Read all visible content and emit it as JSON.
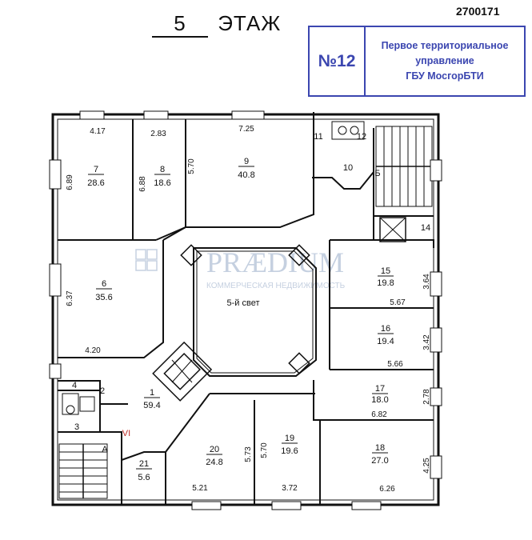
{
  "header": {
    "floor_number": "5",
    "floor_word": "ЭТАЖ",
    "doc_number": "2700171"
  },
  "stamp": {
    "number": "№12",
    "line1": "Первое территориальное",
    "line2": "управление",
    "line3": "ГБУ МосгорБТИ"
  },
  "watermark": {
    "brand": "PRÆDIUM",
    "tagline": "КОММЕРЧЕСКАЯ НЕДВИЖИМОСТЬ"
  },
  "light_well": "5-й свет",
  "rooms": [
    {
      "id": "room-1",
      "num": "1",
      "area": "59.4"
    },
    {
      "id": "room-2",
      "num": "2",
      "area": ""
    },
    {
      "id": "room-3",
      "num": "3",
      "area": ""
    },
    {
      "id": "room-4",
      "num": "4",
      "area": ""
    },
    {
      "id": "room-6",
      "num": "6",
      "area": "35.6"
    },
    {
      "id": "room-7",
      "num": "7",
      "area": "28.6"
    },
    {
      "id": "room-8",
      "num": "8",
      "area": "18.6"
    },
    {
      "id": "room-9",
      "num": "9",
      "area": "40.8"
    },
    {
      "id": "room-10",
      "num": "10",
      "area": ""
    },
    {
      "id": "room-11",
      "num": "11",
      "area": ""
    },
    {
      "id": "room-12",
      "num": "12",
      "area": ""
    },
    {
      "id": "room-14",
      "num": "14",
      "area": ""
    },
    {
      "id": "room-15",
      "num": "15",
      "area": "19.8"
    },
    {
      "id": "room-16",
      "num": "16",
      "area": "19.4"
    },
    {
      "id": "room-17",
      "num": "17",
      "area": "18.0"
    },
    {
      "id": "room-18",
      "num": "18",
      "area": "27.0"
    },
    {
      "id": "room-19",
      "num": "19",
      "area": "19.6"
    },
    {
      "id": "room-20",
      "num": "20",
      "area": "24.8"
    },
    {
      "id": "room-21",
      "num": "21",
      "area": "5.6"
    }
  ],
  "dimensions": [
    "4.17",
    "2.83",
    "7.25",
    "6.89",
    "6.88",
    "5.70",
    "6.37",
    "4.20",
    "3.64",
    "5.67",
    "3.42",
    "5.66",
    "2.78",
    "6.82",
    "4.25",
    "6.26",
    "5.73",
    "5.70",
    "5.21",
    "3.72"
  ],
  "markers": {
    "stair_a": "А",
    "stair_b": "Б",
    "section": "VI"
  }
}
